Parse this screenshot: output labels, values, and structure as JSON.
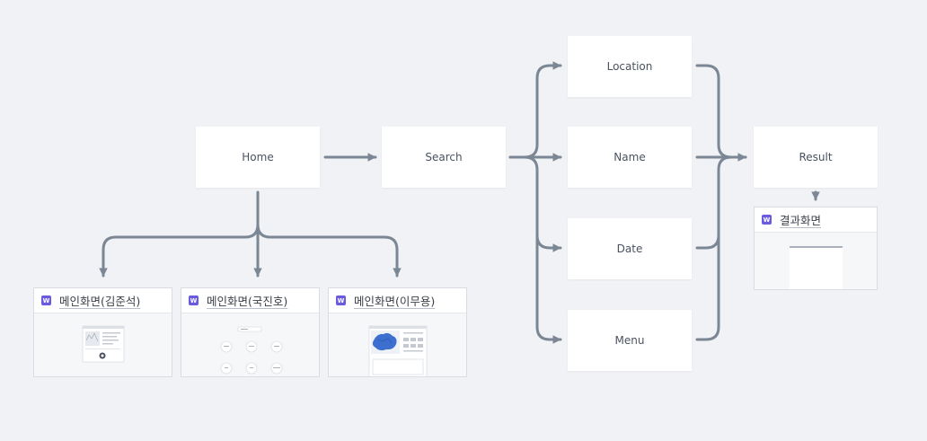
{
  "nodes": {
    "home": "Home",
    "search": "Search",
    "location": "Location",
    "name": "Name",
    "date": "Date",
    "menu": "Menu",
    "result": "Result"
  },
  "cards": {
    "main_kim": {
      "title": "메인화면(김준석)",
      "badge": "W"
    },
    "main_kook": {
      "title": "메인화면(국진호)",
      "badge": "W"
    },
    "main_lee": {
      "title": "메인화면(이무용)",
      "badge": "W"
    },
    "result": {
      "title": "결과화면",
      "badge": "W"
    }
  },
  "colors": {
    "background": "#f0f2f5",
    "connector": "#7b8794",
    "badge": "#6a5ae0",
    "map_blue": "#3d6fd0"
  }
}
